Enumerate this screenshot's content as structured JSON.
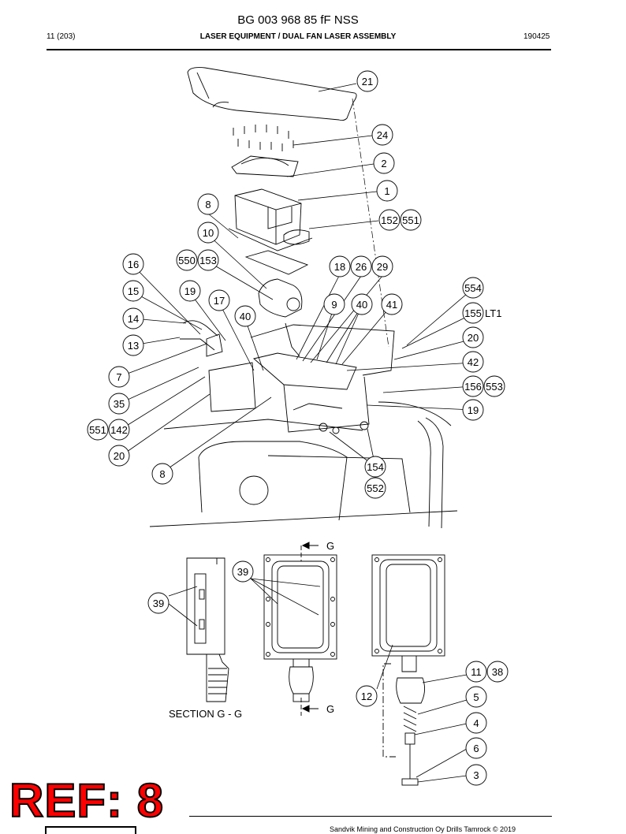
{
  "header": {
    "title": "BG 003 968 85 fF NSS",
    "page": "11 (203)",
    "section": "LASER EQUIPMENT / DUAL FAN LASER ASSEMBLY",
    "date": "190425"
  },
  "callouts": [
    {
      "id": "c21",
      "label": "21"
    },
    {
      "id": "c24",
      "label": "24"
    },
    {
      "id": "c2",
      "label": "2"
    },
    {
      "id": "c1",
      "label": "1"
    },
    {
      "id": "c8a",
      "label": "8"
    },
    {
      "id": "c152",
      "label": "152"
    },
    {
      "id": "c551a",
      "label": "551"
    },
    {
      "id": "c10",
      "label": "10"
    },
    {
      "id": "c550",
      "label": "550"
    },
    {
      "id": "c153",
      "label": "153"
    },
    {
      "id": "c16",
      "label": "16"
    },
    {
      "id": "c18",
      "label": "18"
    },
    {
      "id": "c26",
      "label": "26"
    },
    {
      "id": "c29",
      "label": "29"
    },
    {
      "id": "c554",
      "label": "554"
    },
    {
      "id": "c15",
      "label": "15"
    },
    {
      "id": "c19a",
      "label": "19"
    },
    {
      "id": "c17",
      "label": "17"
    },
    {
      "id": "c9",
      "label": "9"
    },
    {
      "id": "c40a",
      "label": "40"
    },
    {
      "id": "c41",
      "label": "41"
    },
    {
      "id": "c155",
      "label": "155"
    },
    {
      "id": "c14",
      "label": "14"
    },
    {
      "id": "c40b",
      "label": "40"
    },
    {
      "id": "c20a",
      "label": "20"
    },
    {
      "id": "c13",
      "label": "13"
    },
    {
      "id": "c42",
      "label": "42"
    },
    {
      "id": "c7",
      "label": "7"
    },
    {
      "id": "c156",
      "label": "156"
    },
    {
      "id": "c553",
      "label": "553"
    },
    {
      "id": "c35",
      "label": "35"
    },
    {
      "id": "c19b",
      "label": "19"
    },
    {
      "id": "c551b",
      "label": "551"
    },
    {
      "id": "c142",
      "label": "142"
    },
    {
      "id": "c20b",
      "label": "20"
    },
    {
      "id": "c154",
      "label": "154"
    },
    {
      "id": "c8b",
      "label": "8"
    },
    {
      "id": "c552",
      "label": "552"
    },
    {
      "id": "c39a",
      "label": "39"
    },
    {
      "id": "c39b",
      "label": "39"
    },
    {
      "id": "c11",
      "label": "11"
    },
    {
      "id": "c38",
      "label": "38"
    },
    {
      "id": "c12",
      "label": "12"
    },
    {
      "id": "c5",
      "label": "5"
    },
    {
      "id": "c4",
      "label": "4"
    },
    {
      "id": "c6",
      "label": "6"
    },
    {
      "id": "c3",
      "label": "3"
    }
  ],
  "labels": {
    "lt1": "LT1",
    "g_top": "G",
    "g_bottom": "G",
    "section": "SECTION  G - G"
  },
  "ref": "REF: 8",
  "footer": {
    "copyright": "Sandvik Mining and Construction Oy Drills Tamrock © 2019"
  }
}
